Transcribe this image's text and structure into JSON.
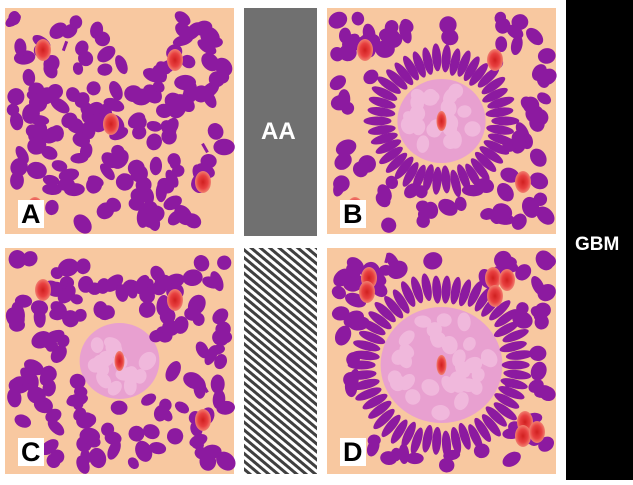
{
  "panels": [
    {
      "id": "A",
      "letter": "A"
    },
    {
      "id": "B",
      "letter": "B"
    },
    {
      "id": "C",
      "letter": "C"
    },
    {
      "id": "D",
      "letter": "D"
    }
  ],
  "grade_labels": {
    "top_middle": "AA",
    "right_bar": "GBM"
  },
  "colors": {
    "background_tissue": "#f8c8a0",
    "tumor_nucleus": "#8c1aa0",
    "necrosis": "#e8a0d0",
    "necrosis_light": "#f0b8dc",
    "vessel": "#e83838",
    "grey_block": "#707070",
    "black_bar": "#000000",
    "hatch_dark": "#404040"
  }
}
